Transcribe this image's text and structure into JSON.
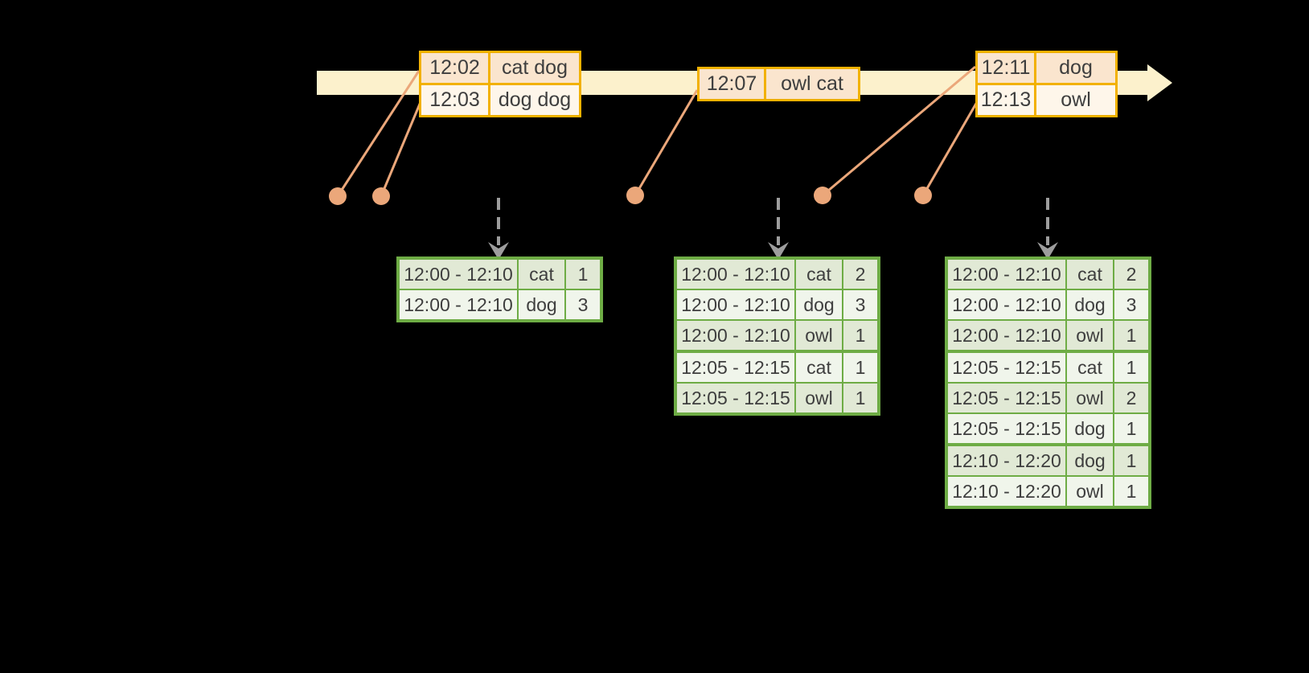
{
  "palette": {
    "canvas_bg": "#000000",
    "cream_band": "#FCF1CC",
    "gold_border": "#F2B100",
    "peach_dark": "#FAE5CE",
    "peach_light": "#FEF6EA",
    "orange_connector": "#EBA77A",
    "gray_arrow": "#9D9D9D",
    "green_border": "#6EAC45",
    "green_dark": "#E1E9D5",
    "green_light": "#F0F5EB",
    "text": "#3E3E3E"
  },
  "icons": {
    "timeline": "right-arrow-band",
    "event_marker": "dot",
    "trigger": "dashed-down-arrow"
  },
  "event_tables": [
    {
      "id": "events-12-02",
      "rows": [
        {
          "time": "12:02",
          "words": "cat dog"
        },
        {
          "time": "12:03",
          "words": "dog dog"
        }
      ]
    },
    {
      "id": "events-12-07",
      "rows": [
        {
          "time": "12:07",
          "words": "owl cat"
        }
      ]
    },
    {
      "id": "events-12-11",
      "rows": [
        {
          "time": "12:11",
          "words": "dog"
        },
        {
          "time": "12:13",
          "words": "owl"
        }
      ]
    }
  ],
  "result_tables": [
    {
      "id": "result-table-1",
      "rows": [
        {
          "window": "12:00 - 12:10",
          "word": "cat",
          "count": "1"
        },
        {
          "window": "12:00 - 12:10",
          "word": "dog",
          "count": "3"
        }
      ]
    },
    {
      "id": "result-table-2",
      "rows": [
        {
          "window": "12:00 - 12:10",
          "word": "cat",
          "count": "2"
        },
        {
          "window": "12:00 - 12:10",
          "word": "dog",
          "count": "3"
        },
        {
          "window": "12:00 - 12:10",
          "word": "owl",
          "count": "1"
        },
        {
          "window": "12:05 - 12:15",
          "word": "cat",
          "count": "1",
          "group_start": true
        },
        {
          "window": "12:05 - 12:15",
          "word": "owl",
          "count": "1"
        }
      ]
    },
    {
      "id": "result-table-3",
      "rows": [
        {
          "window": "12:00 - 12:10",
          "word": "cat",
          "count": "2"
        },
        {
          "window": "12:00 - 12:10",
          "word": "dog",
          "count": "3"
        },
        {
          "window": "12:00 - 12:10",
          "word": "owl",
          "count": "1"
        },
        {
          "window": "12:05 - 12:15",
          "word": "cat",
          "count": "1",
          "group_start": true
        },
        {
          "window": "12:05 - 12:15",
          "word": "owl",
          "count": "2"
        },
        {
          "window": "12:05 - 12:15",
          "word": "dog",
          "count": "1"
        },
        {
          "window": "12:10 - 12:20",
          "word": "dog",
          "count": "1",
          "group_start": true
        },
        {
          "window": "12:10 - 12:20",
          "word": "owl",
          "count": "1"
        }
      ]
    }
  ]
}
